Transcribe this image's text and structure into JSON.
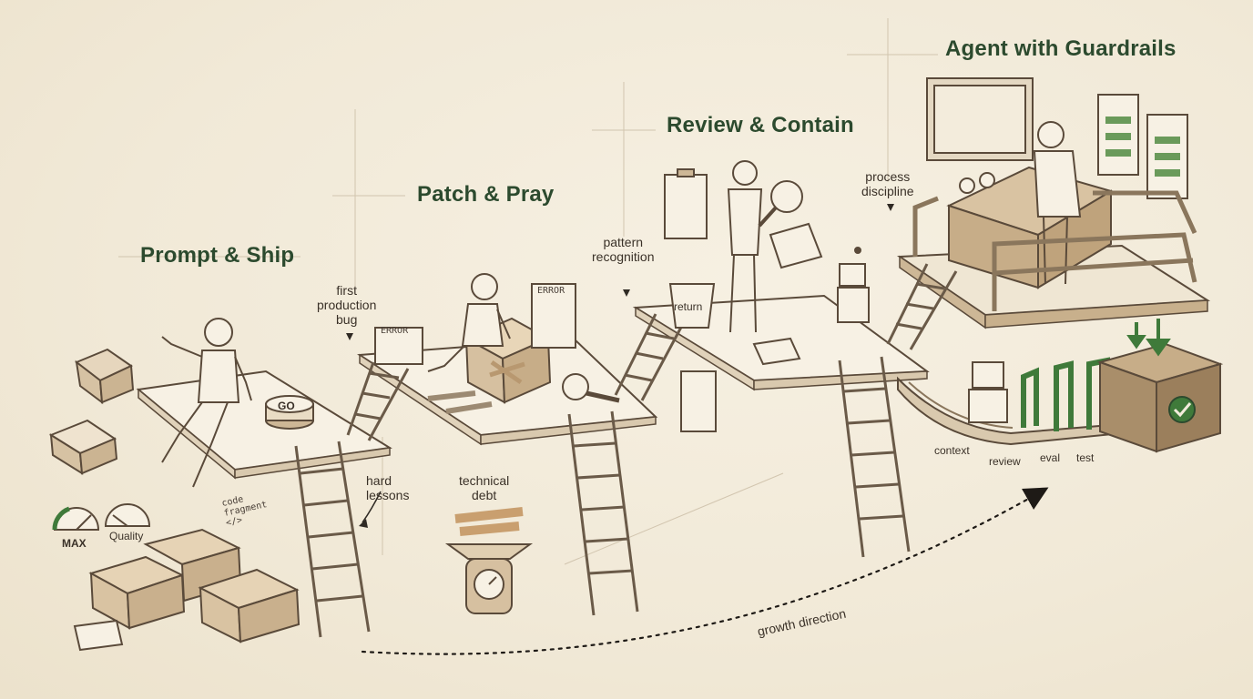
{
  "stages": [
    {
      "title": "Prompt & Ship"
    },
    {
      "title": "Patch & Pray"
    },
    {
      "title": "Review & Contain"
    },
    {
      "title": "Agent with Guardrails"
    }
  ],
  "annotations": {
    "first_bug": [
      "first",
      "production",
      "bug"
    ],
    "hard_lessons": [
      "hard",
      "lessons"
    ],
    "technical_debt": [
      "technical",
      "debt"
    ],
    "pattern_recognition": [
      "pattern",
      "recognition"
    ],
    "process_discipline": [
      "process",
      "discipline"
    ],
    "growth_direction": "growth direction",
    "code_fragment": [
      "code",
      "fragment",
      "</>"
    ]
  },
  "gauges": {
    "max": "MAX",
    "quality": "Quality"
  },
  "props": {
    "go_button": "GO",
    "error_label": "ERROR",
    "return_bin": "return"
  },
  "pipeline": {
    "labels": [
      "context",
      "review",
      "eval",
      "test"
    ]
  },
  "colors": {
    "ink": "#5a4a3a",
    "green": "#3f7a3a",
    "paper": "#f3ecdc",
    "box": "#d8c3a5"
  }
}
